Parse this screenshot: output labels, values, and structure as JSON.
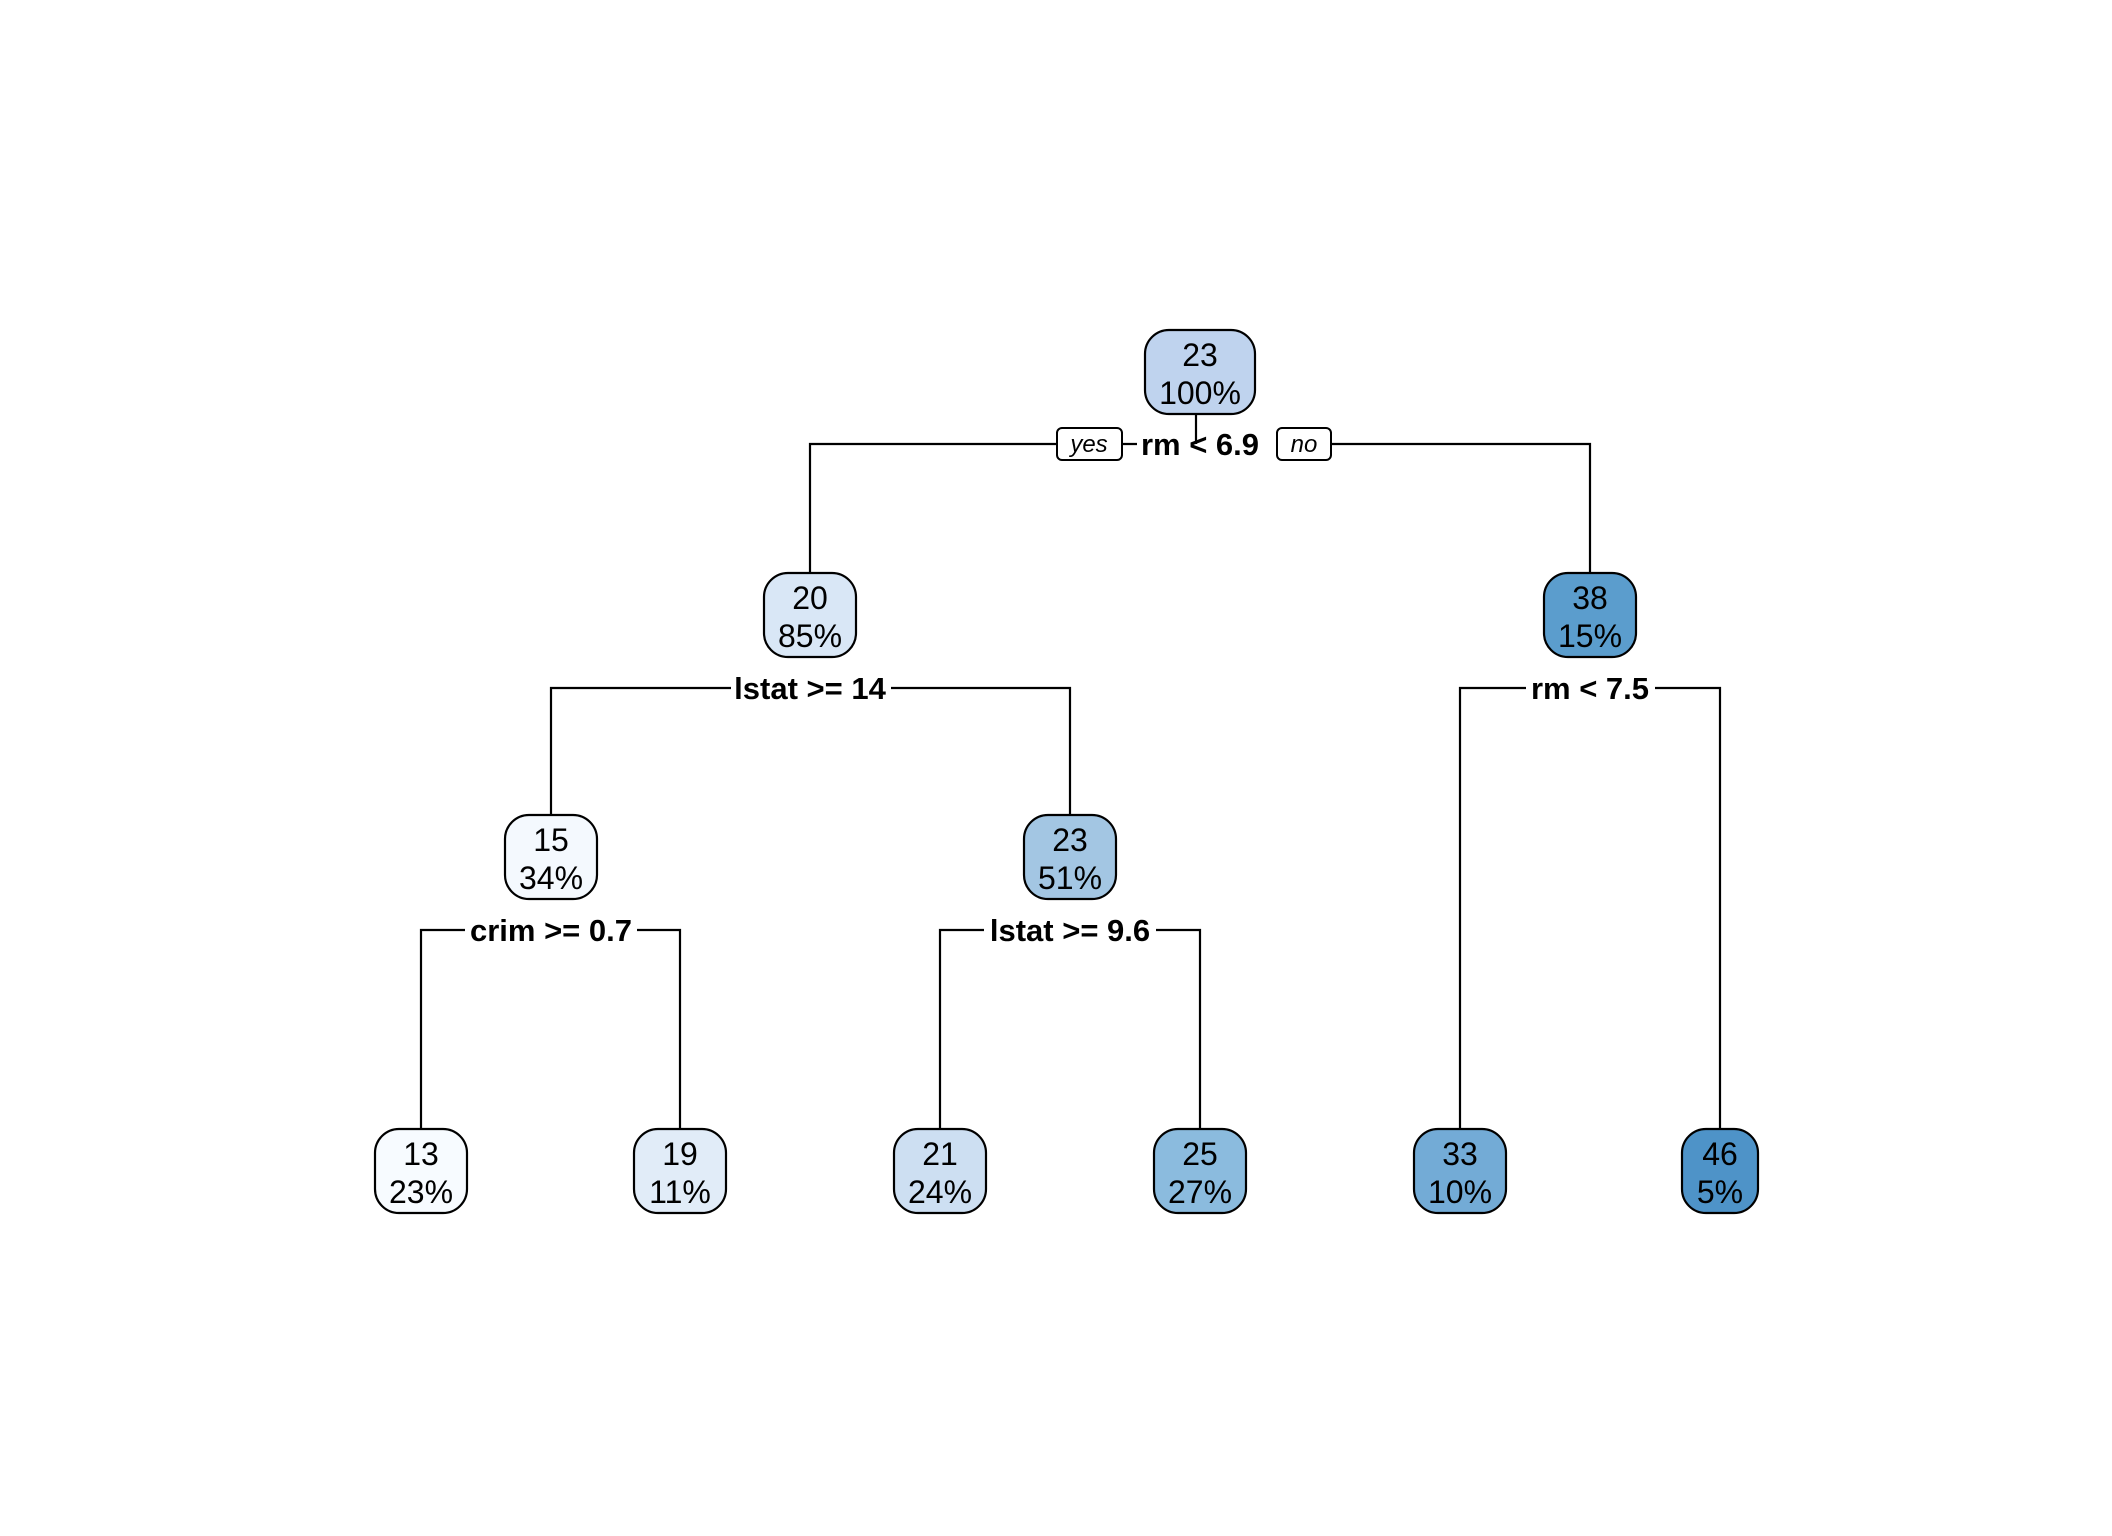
{
  "tree": {
    "branch_labels": {
      "left": "yes",
      "right": "no"
    },
    "nodes": [
      {
        "id": "n1",
        "value": "23",
        "percent": "100%",
        "fill": "#bfd3ee",
        "split": "rm < 6.9"
      },
      {
        "id": "n2",
        "value": "20",
        "percent": "85%",
        "fill": "#d9e7f6",
        "split": "lstat >= 14"
      },
      {
        "id": "n3",
        "value": "38",
        "percent": "15%",
        "fill": "#5b9dcd",
        "split": "rm < 7.5"
      },
      {
        "id": "n4",
        "value": "15",
        "percent": "34%",
        "fill": "#f4f9fe",
        "split": "crim >= 0.7"
      },
      {
        "id": "n5",
        "value": "23",
        "percent": "51%",
        "fill": "#a3c6e3",
        "split": "lstat >= 9.6"
      },
      {
        "id": "n8",
        "value": "13",
        "percent": "23%",
        "fill": "#f7fbff",
        "split": ""
      },
      {
        "id": "n9",
        "value": "19",
        "percent": "11%",
        "fill": "#e1ecf8",
        "split": ""
      },
      {
        "id": "n10",
        "value": "21",
        "percent": "24%",
        "fill": "#cddff2",
        "split": ""
      },
      {
        "id": "n11",
        "value": "25",
        "percent": "27%",
        "fill": "#8bbbde",
        "split": ""
      },
      {
        "id": "n6",
        "value": "33",
        "percent": "10%",
        "fill": "#73abd6",
        "split": ""
      },
      {
        "id": "n7",
        "value": "46",
        "percent": "5%",
        "fill": "#4e93c8",
        "split": ""
      }
    ]
  }
}
